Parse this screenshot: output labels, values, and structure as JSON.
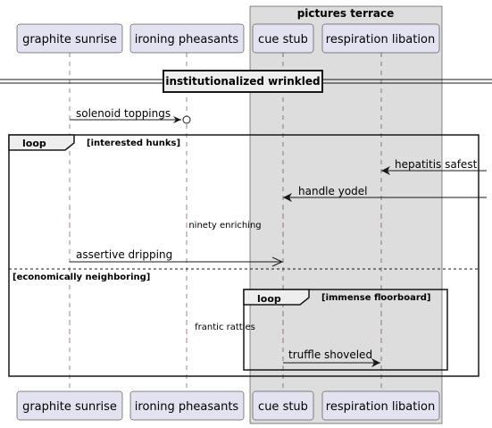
{
  "box": {
    "title": "pictures terrace"
  },
  "participants": [
    {
      "label": "graphite sunrise"
    },
    {
      "label": "ironing pheasants"
    },
    {
      "label": "cue stub"
    },
    {
      "label": "respiration libation"
    }
  ],
  "divider": {
    "label": "institutionalized wrinkled"
  },
  "messages": [
    {
      "label": "solenoid toppings"
    },
    {
      "label": "hepatitis safest"
    },
    {
      "label": "handle yodel"
    },
    {
      "label": "assertive dripping"
    },
    {
      "label": "truffle shoveled"
    }
  ],
  "delays": [
    {
      "label": "ninety enriching"
    },
    {
      "label": "frantic rattles"
    }
  ],
  "loops": [
    {
      "keyword": "loop",
      "condition": "[interested hunks]",
      "else_condition": "[economically neighboring]"
    },
    {
      "keyword": "loop",
      "condition": "[immense floorboard]"
    }
  ],
  "colors": {
    "participant_fill": "#E2E2F0",
    "participant_border": "#181818",
    "box_fill": "#DDDDDD",
    "fragment_header": "#EEEEEE"
  }
}
